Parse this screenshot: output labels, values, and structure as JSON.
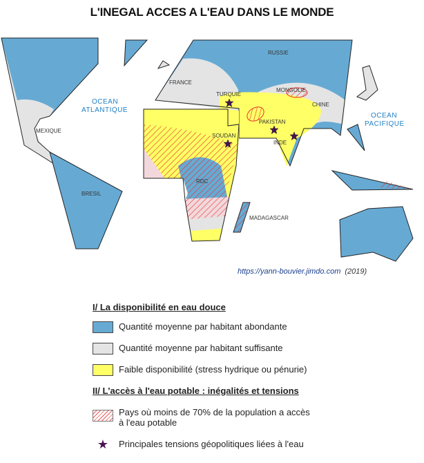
{
  "title": "L'INEGAL ACCES A L'EAU DANS LE MONDE",
  "map": {
    "countries": {
      "mexique": "MEXIQUE",
      "bresil": "BRESIL",
      "france": "FRANCE",
      "russie": "RUSSIE",
      "turquie": "TURQUIE",
      "mongolie": "MONGOLIE",
      "chine": "CHINE",
      "pakistan": "PAKISTAN",
      "inde": "INDE",
      "soudan": "SOUDAN",
      "rdc": "RDC",
      "madagascar": "MADAGASCAR"
    },
    "oceans": {
      "atlantique_1": "OCEAN",
      "atlantique_2": "ATLANTIQUE",
      "pacifique_1": "OCEAN",
      "pacifique_2": "PACIFIQUE"
    },
    "colors": {
      "abondante": "#66aad4",
      "suffisante": "#e4e4e4",
      "faible": "#ffff66",
      "hatch": "#e8302a",
      "star": "#4a1450"
    },
    "tension_markers": [
      "Turquie",
      "Soudan",
      "Pakistan",
      "Inde"
    ]
  },
  "credit": {
    "url": "https://yann-bouvier.jimdo.com",
    "year": "(2019)"
  },
  "legend": {
    "section1": {
      "heading": "I/ La disponibilité en eau douce",
      "items": [
        {
          "label": "Quantité moyenne par habitant abondante",
          "color": "#66aad4"
        },
        {
          "label": "Quantité moyenne par habitant suffisante",
          "color": "#e4e4e4"
        },
        {
          "label": "Faible disponibilité (stress hydrique ou pénurie)",
          "color": "#ffff66"
        }
      ]
    },
    "section2": {
      "heading": "II/ L'accès à l'eau potable : inégalités et tensions",
      "items": [
        {
          "label_line1": "Pays où moins de 70% de la population a accès",
          "label_line2": "à l'eau potable"
        },
        {
          "label": "Principales tensions géopolitiques liées à l'eau"
        }
      ]
    }
  }
}
